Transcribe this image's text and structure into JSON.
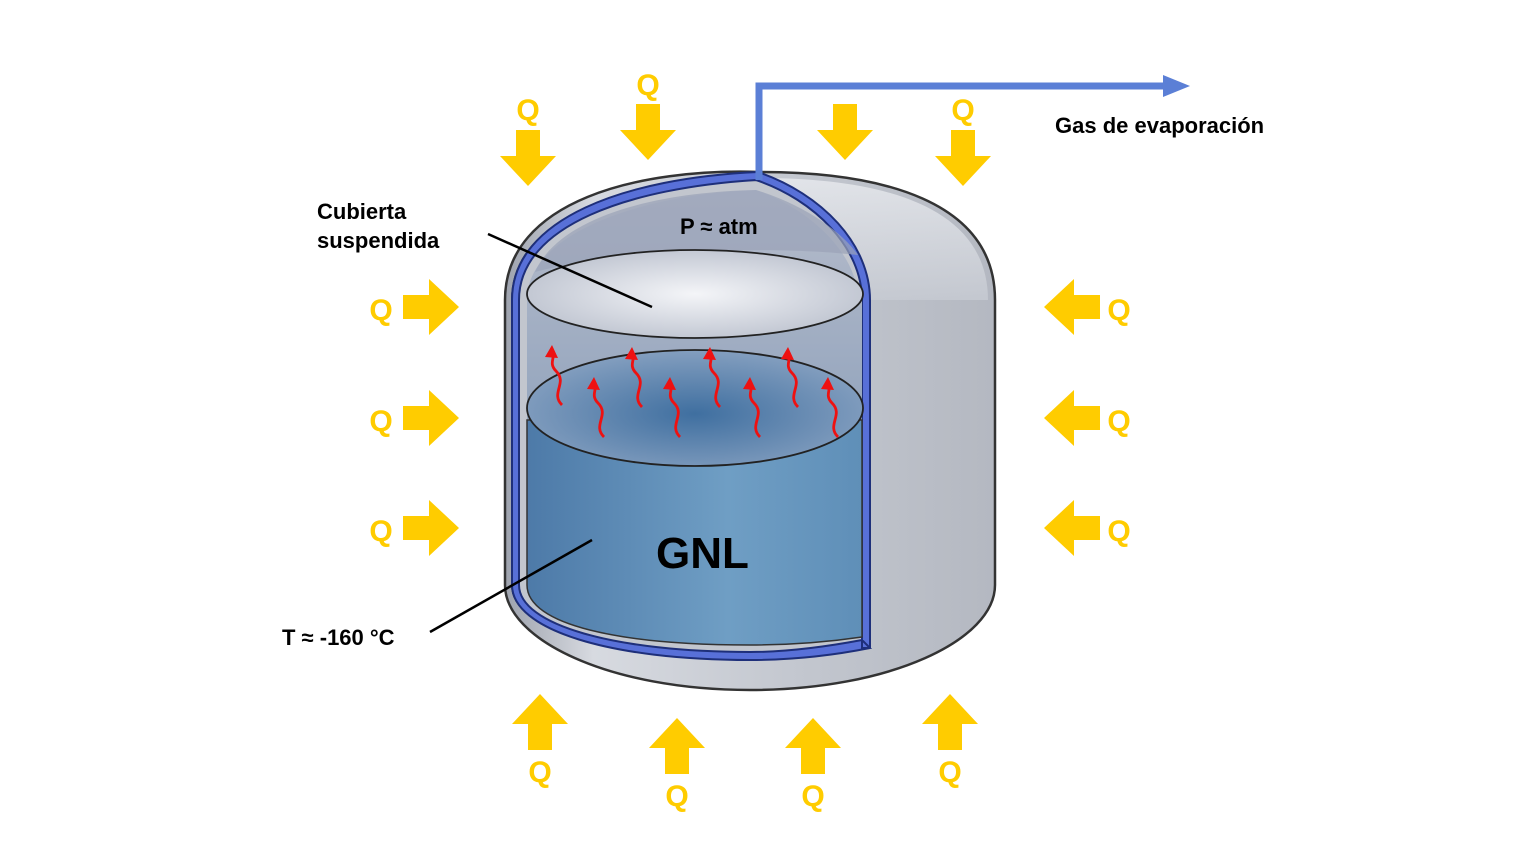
{
  "labels": {
    "gas": "Gas de evaporación",
    "cover_line1": "Cubierta",
    "cover_line2": "suspendida",
    "pressure": "P ≈ atm",
    "liquid": "GNL",
    "temperature": "T ≈ -160 °C"
  },
  "heat_symbol": "Q",
  "colors": {
    "heat": "#FFCC00",
    "pipe": "#5B7FD6",
    "evaporation": "#EE1111",
    "tank_shell": "#C9CDD6",
    "liner": "#5870D8",
    "liquid": "#5E8FB6"
  },
  "icons": {
    "heat_arrow": "heat-arrow-icon",
    "evaporation": "wavy-arrow-icon"
  }
}
